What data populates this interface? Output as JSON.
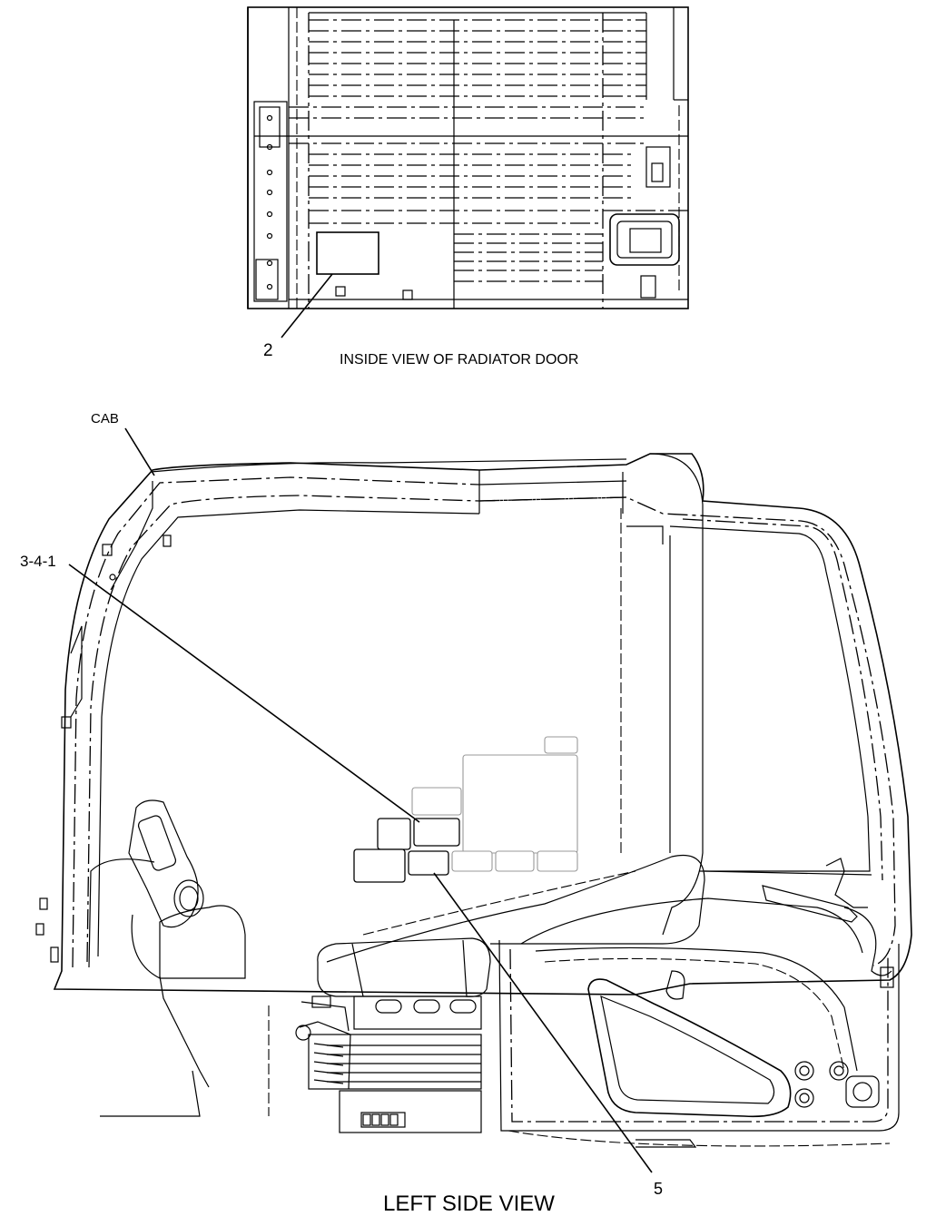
{
  "diagram": {
    "top_view_caption": "INSIDE VIEW OF RADIATOR DOOR",
    "bottom_view_caption": "LEFT SIDE VIEW",
    "callouts": {
      "item_2": "2",
      "cab": "CAB",
      "item_3_4_1": "3-4-1",
      "item_5": "5"
    }
  }
}
